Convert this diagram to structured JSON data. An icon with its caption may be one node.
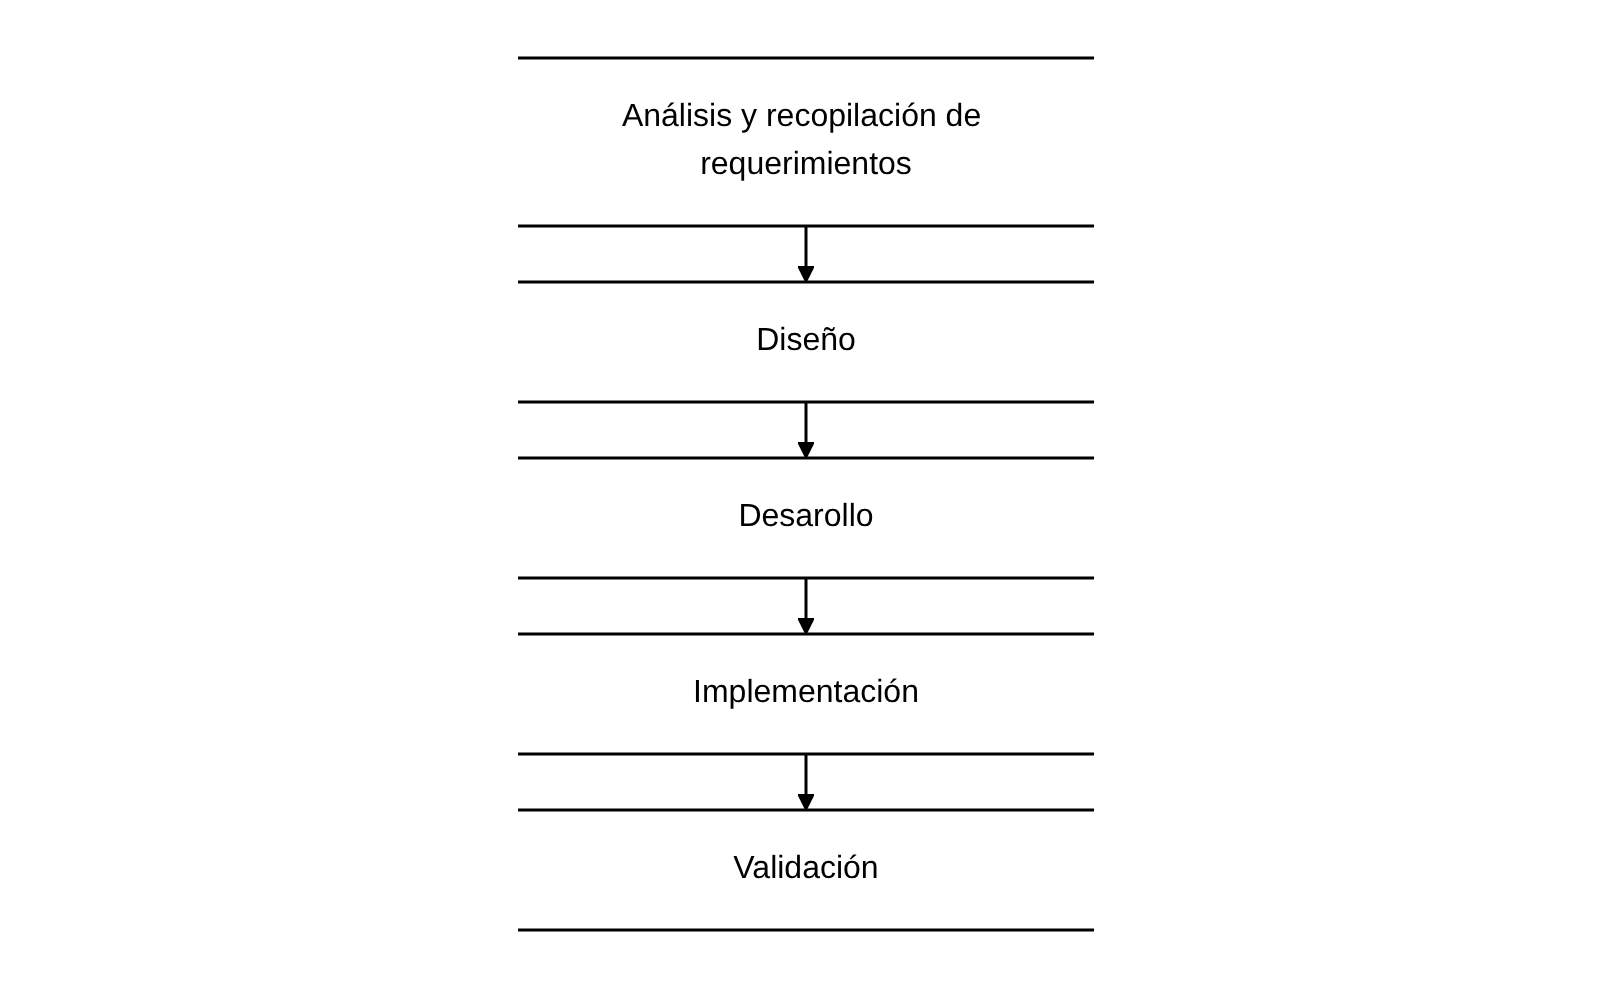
{
  "diagram": {
    "nodes": [
      {
        "text": [
          "Análisis y recopilación de requerimientos"
        ]
      },
      {
        "text": [
          "Diseño"
        ]
      },
      {
        "text": [
          "Desarollo"
        ]
      },
      {
        "text": [
          "Implementación"
        ]
      },
      {
        "text": [
          "Validación"
        ]
      }
    ],
    "edges": [
      {
        "from": 0,
        "to": 1,
        "arrow": "to"
      },
      {
        "from": 1,
        "to": 2,
        "arrow": "to"
      },
      {
        "from": 2,
        "to": 3,
        "arrow": "to"
      },
      {
        "from": 3,
        "to": 4,
        "arrow": "to"
      }
    ]
  }
}
